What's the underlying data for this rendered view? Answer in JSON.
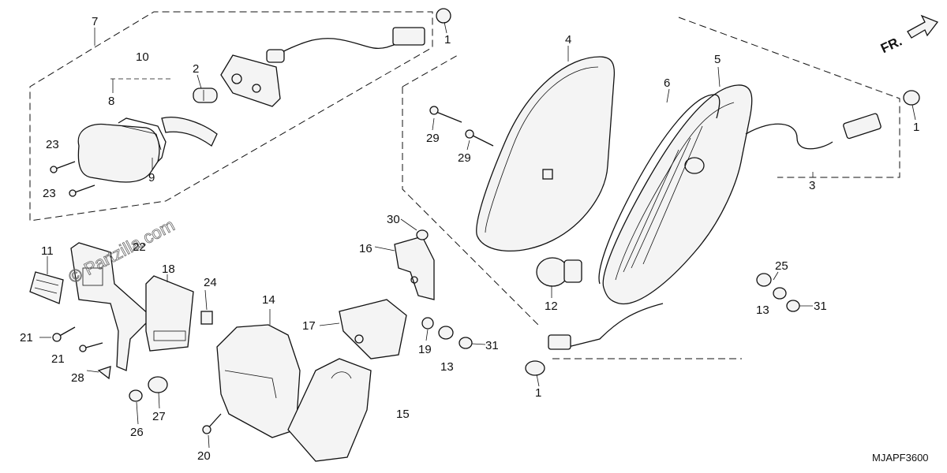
{
  "diagram": {
    "code": "MJAPF3600",
    "direction_label": "FR.",
    "watermark": "© Partzilla.com",
    "callouts": [
      "1",
      "1",
      "1",
      "2",
      "3",
      "4",
      "5",
      "6",
      "7",
      "8",
      "9",
      "10",
      "11",
      "12",
      "13",
      "13",
      "14",
      "15",
      "16",
      "17",
      "18",
      "19",
      "20",
      "21",
      "21",
      "22",
      "23",
      "23",
      "24",
      "25",
      "26",
      "27",
      "28",
      "29",
      "29",
      "30",
      "31",
      "31"
    ]
  }
}
